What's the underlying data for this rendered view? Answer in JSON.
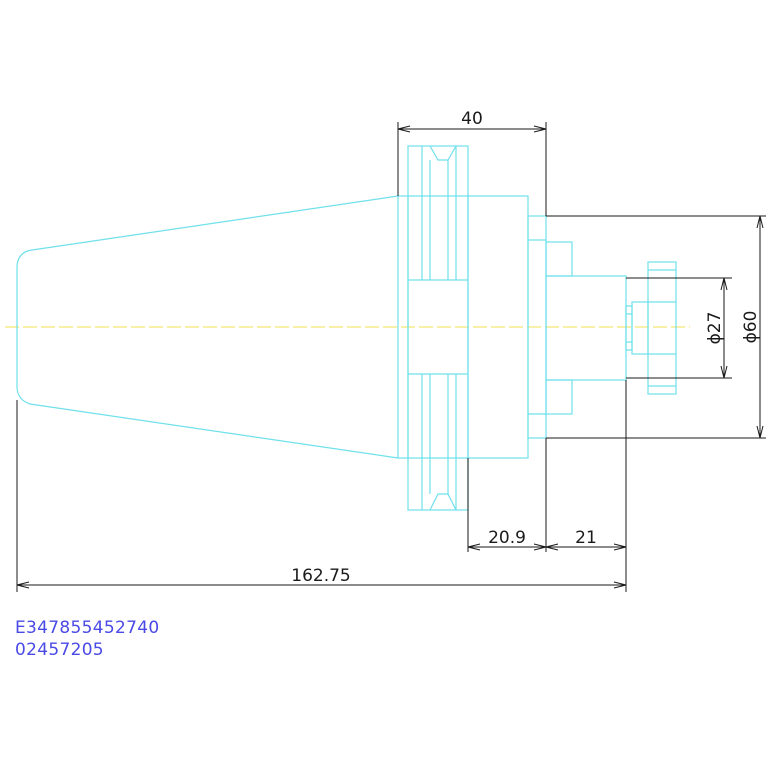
{
  "drawing": {
    "dimensions": {
      "flange_width": "40",
      "diameter_large": "ϕ60",
      "diameter_small": "ϕ27",
      "body_length": "20.9",
      "nose_length": "21",
      "overall_length": "162.75"
    },
    "codes": [
      "E347855452740",
      "02457205"
    ]
  },
  "colors": {
    "part_outline": "#6fe0ec",
    "centerline": "#f2e250",
    "dimension": "#1a1a1a",
    "code_text": "#4a4ae6"
  }
}
